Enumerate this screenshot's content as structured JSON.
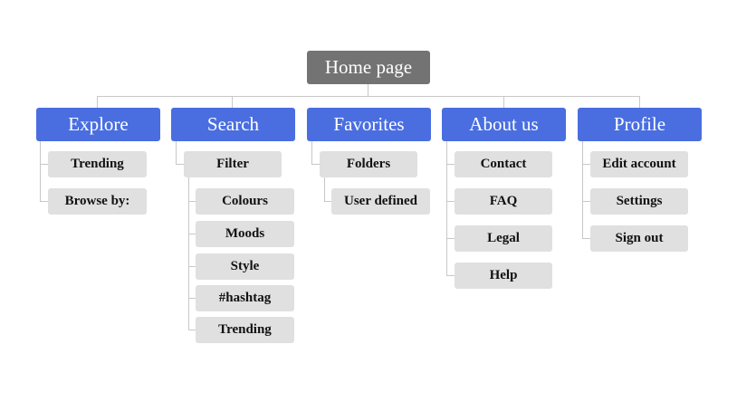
{
  "sitemap": {
    "root": "Home page",
    "categories": [
      {
        "label": "Explore",
        "items": [
          "Trending",
          "Browse by:"
        ]
      },
      {
        "label": "Search",
        "items": [
          "Filter"
        ],
        "filter_options": [
          "Colours",
          "Moods",
          "Style",
          "#hashtag",
          "Trending"
        ]
      },
      {
        "label": "Favorites",
        "items": [
          "Folders"
        ],
        "folder_options": [
          "User defined"
        ]
      },
      {
        "label": "About us",
        "items": [
          "Contact",
          "FAQ",
          "Legal",
          "Help"
        ]
      },
      {
        "label": "Profile",
        "items": [
          "Edit account",
          "Settings",
          "Sign out"
        ]
      }
    ]
  },
  "colors": {
    "root_fill": "#737373",
    "category_fill": "#4a6ee0",
    "leaf_fill": "#e0e0e0",
    "connector": "#c8c8c8"
  }
}
